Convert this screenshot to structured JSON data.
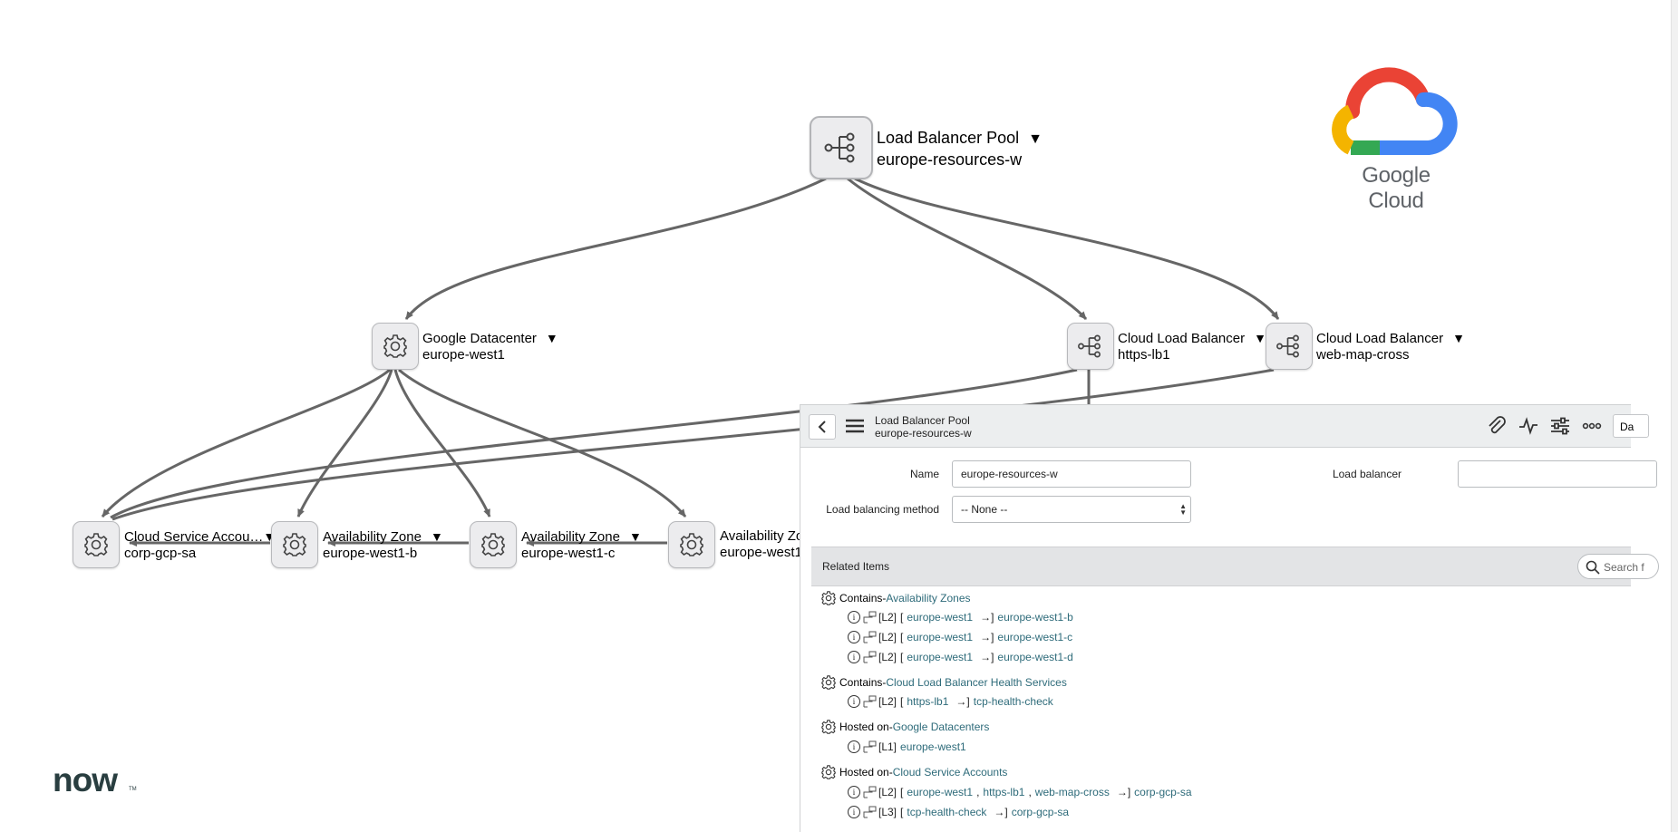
{
  "graph": {
    "root": {
      "type": "Load Balancer Pool",
      "name": "europe-resources-w"
    },
    "level1": [
      {
        "type": "Google Datacenter",
        "name": "europe-west1"
      },
      {
        "type": "Cloud Load Balancer",
        "name": "https-lb1"
      },
      {
        "type": "Cloud Load Balancer",
        "name": "web-map-cross"
      }
    ],
    "level2": [
      {
        "type": "Cloud Service Accou…",
        "name": "corp-gcp-sa"
      },
      {
        "type": "Availability Zone",
        "name": "europe-west1-b"
      },
      {
        "type": "Availability Zone",
        "name": "europe-west1-c"
      },
      {
        "type": "Availability Zo",
        "name": "europe-west1-"
      }
    ],
    "dropdown_glyph": "▼"
  },
  "brand": {
    "google_cloud": "Google Cloud",
    "now": "now",
    "now_tm": "TM"
  },
  "panel": {
    "header": {
      "title": "Load Balancer Pool",
      "subtitle": "europe-resources-w",
      "truncated_button": "Da"
    },
    "form": {
      "name_label": "Name",
      "name_value": "europe-resources-w",
      "load_balancer_label": "Load balancer",
      "load_balancer_value": "",
      "method_label": "Load balancing method",
      "method_value": "-- None --"
    },
    "related": {
      "title": "Related Items",
      "search_placeholder": "Search f",
      "groups": [
        {
          "relation": "Contains",
          "sep": " - ",
          "target": "Availability Zones",
          "rows": [
            {
              "level": "[L2]",
              "path": [
                "europe-west1"
              ],
              "arrow": "→",
              "target": "europe-west1-b"
            },
            {
              "level": "[L2]",
              "path": [
                "europe-west1"
              ],
              "arrow": "→",
              "target": "europe-west1-c"
            },
            {
              "level": "[L2]",
              "path": [
                "europe-west1"
              ],
              "arrow": "→",
              "target": "europe-west1-d"
            }
          ]
        },
        {
          "relation": "Contains",
          "sep": " - ",
          "target": "Cloud Load Balancer Health Services",
          "rows": [
            {
              "level": "[L2]",
              "path": [
                "https-lb1"
              ],
              "arrow": "→",
              "target": "tcp-health-check"
            }
          ]
        },
        {
          "relation": "Hosted on",
          "sep": " - ",
          "target": "Google Datacenters",
          "rows": [
            {
              "level": "[L1]",
              "path": [],
              "arrow": "",
              "target": "europe-west1"
            }
          ]
        },
        {
          "relation": "Hosted on",
          "sep": " - ",
          "target": "Cloud Service Accounts",
          "rows": [
            {
              "level": "[L2]",
              "path": [
                "europe-west1",
                "https-lb1",
                "web-map-cross"
              ],
              "arrow": "→",
              "target": "corp-gcp-sa"
            },
            {
              "level": "[L3]",
              "path": [
                "tcp-health-check"
              ],
              "arrow": "→",
              "target": "corp-gcp-sa"
            }
          ]
        }
      ]
    }
  },
  "colors": {
    "link": "#2e6b7a",
    "edge": "#666666",
    "node_bg": "#ececee",
    "panel_header": "#eceeef"
  }
}
